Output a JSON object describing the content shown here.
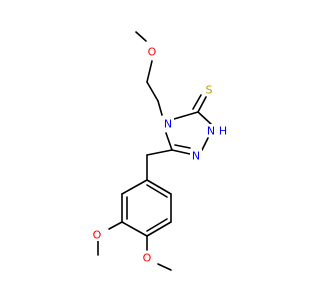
{
  "molecule": {
    "atoms": {
      "o_methoxy_top": "O",
      "n4": "N",
      "s_thione": "S",
      "nh": "N",
      "nh_h": "H",
      "n2": "N",
      "o_aryl_3": "O",
      "o_aryl_4": "O"
    },
    "colors": {
      "carbon_bond": "#000000",
      "oxygen": "#ff0000",
      "nitrogen": "#0000ff",
      "sulfur": "#b8a000"
    }
  }
}
